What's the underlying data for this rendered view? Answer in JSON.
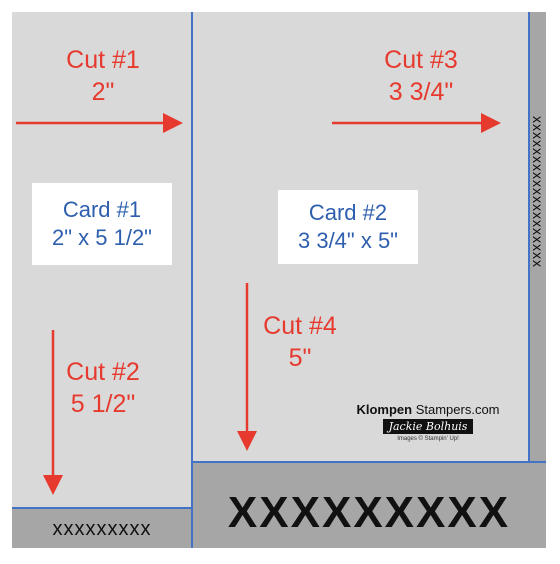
{
  "cuts": [
    {
      "title": "Cut #1",
      "measure": "2\""
    },
    {
      "title": "Cut #2",
      "measure": "5 1/2\""
    },
    {
      "title": "Cut #3",
      "measure": "3 3/4\""
    },
    {
      "title": "Cut #4",
      "measure": "5\""
    }
  ],
  "cards": [
    {
      "title": "Card #1",
      "size": "2\" x 5 1/2\""
    },
    {
      "title": "Card #2",
      "size": "3 3/4\" x 5\""
    }
  ],
  "scraps": {
    "bottom_left": "xxxxxxxxx",
    "bottom_right": "XXXXXXXXX",
    "right_side": "xxxxxxxxxxxxxxxxxxx"
  },
  "logo": {
    "brand_bold": "Klompen",
    "brand_rest": " Stampers.com",
    "signature": "Jackie Bolhuis",
    "credit": "Images © Stampin' Up!"
  },
  "colors": {
    "panel": "#d9d9d9",
    "scrap": "#a6a6a6",
    "cut_line": "#4472c4",
    "arrow": "#e63a2e",
    "card_text": "#2e5fae"
  }
}
